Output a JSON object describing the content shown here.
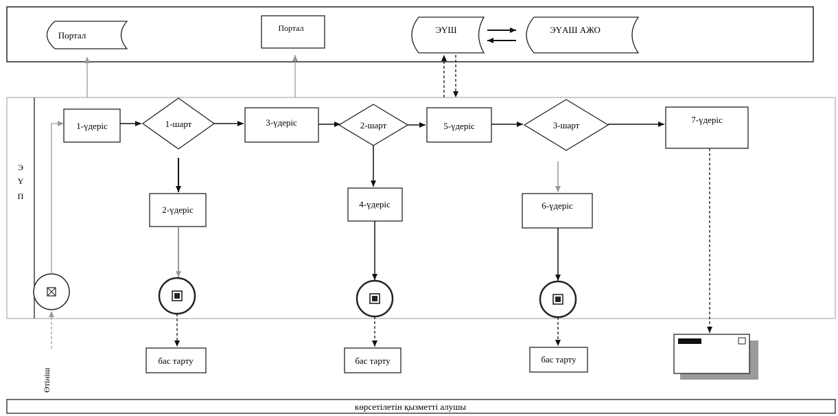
{
  "top_lane": {
    "portal_1": "Портал",
    "portal_2": "Портал",
    "eush": "ЭҮШ",
    "eush_azhd": "ЭҮАШ АЖО"
  },
  "main_lane": {
    "lane_label_letters": [
      "Э",
      "Ү",
      "П"
    ]
  },
  "steps": {
    "step_1": "1-үдеріс",
    "step_2": "2-үдеріс",
    "step_3": "3-үдеріс",
    "step_4": "4-үдеріс",
    "step_5": "5-үдеріс",
    "step_6": "6-үдеріс",
    "step_7": "7-үдеріс"
  },
  "conditions": {
    "cond_1": "1-шарт",
    "cond_2": "2-шарт",
    "cond_3": "3-шарт"
  },
  "results": {
    "refusal_1": "бас тарту",
    "refusal_2": "бас тарту",
    "refusal_3": "бас тарту"
  },
  "request_label": "Өтініш",
  "bottom_lane": "көрсетілетін қызметті алушы",
  "icons": {
    "start_event": "start-event-icon",
    "end_event": "end-event-icon",
    "document": "document-icon"
  }
}
